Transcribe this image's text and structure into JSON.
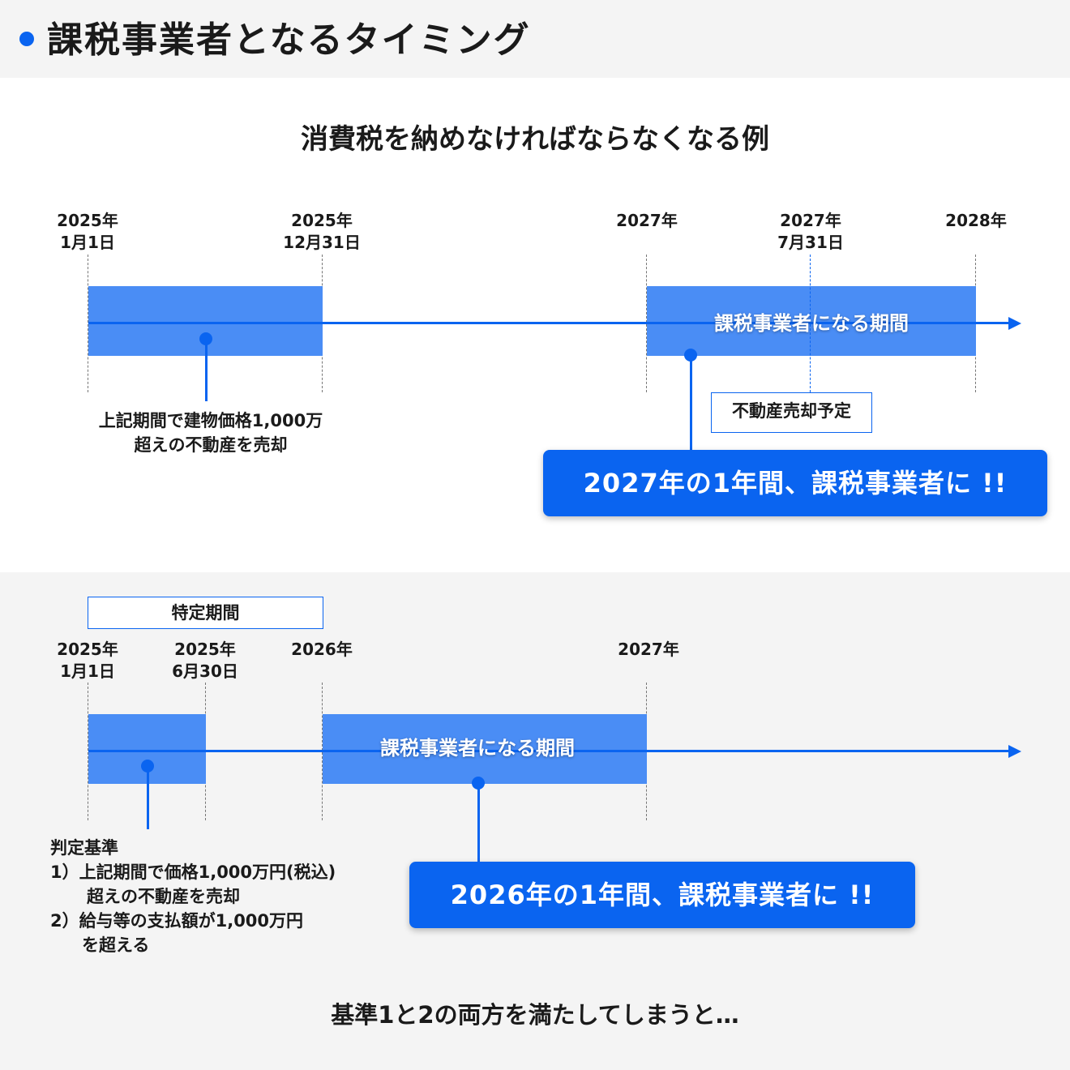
{
  "header": {
    "title": "課税事業者となるタイミング"
  },
  "example1": {
    "title": "消費税を納めなければならなくなる例",
    "dates": {
      "start": "2025年\n1月1日",
      "end2025": "2025年\n12月31日",
      "start2027": "2027年",
      "jul2027": "2027年\n7月31日",
      "start2028": "2028年"
    },
    "band_label": "課税事業者になる期間",
    "note": "上記期間で建物価格1,000万\n超えの不動産を売却",
    "sale_box": "不動産売却予定",
    "callout": "2027年の1年間、課税事業者に !!"
  },
  "example2": {
    "specific_period": "特定期間",
    "dates": {
      "start": "2025年\n1月1日",
      "jun2025": "2025年\n6月30日",
      "start2026": "2026年",
      "start2027": "2027年"
    },
    "band_label": "課税事業者になる期間",
    "criteria": {
      "heading": "判定基準",
      "item1_line1": "1）上記期間で価格1,000万円(税込)",
      "item1_line2": "超えの不動産を売却",
      "item2_line1": "2）給与等の支払額が1,000万円",
      "item2_line2": "を超える"
    },
    "callout": "2026年の1年間、課税事業者に !!",
    "conclusion": "基準1と2の両方を満たしてしまうと…"
  },
  "colors": {
    "accent": "#0a64f0",
    "band": "#4a8df5",
    "gray_bg": "#f4f4f4"
  }
}
